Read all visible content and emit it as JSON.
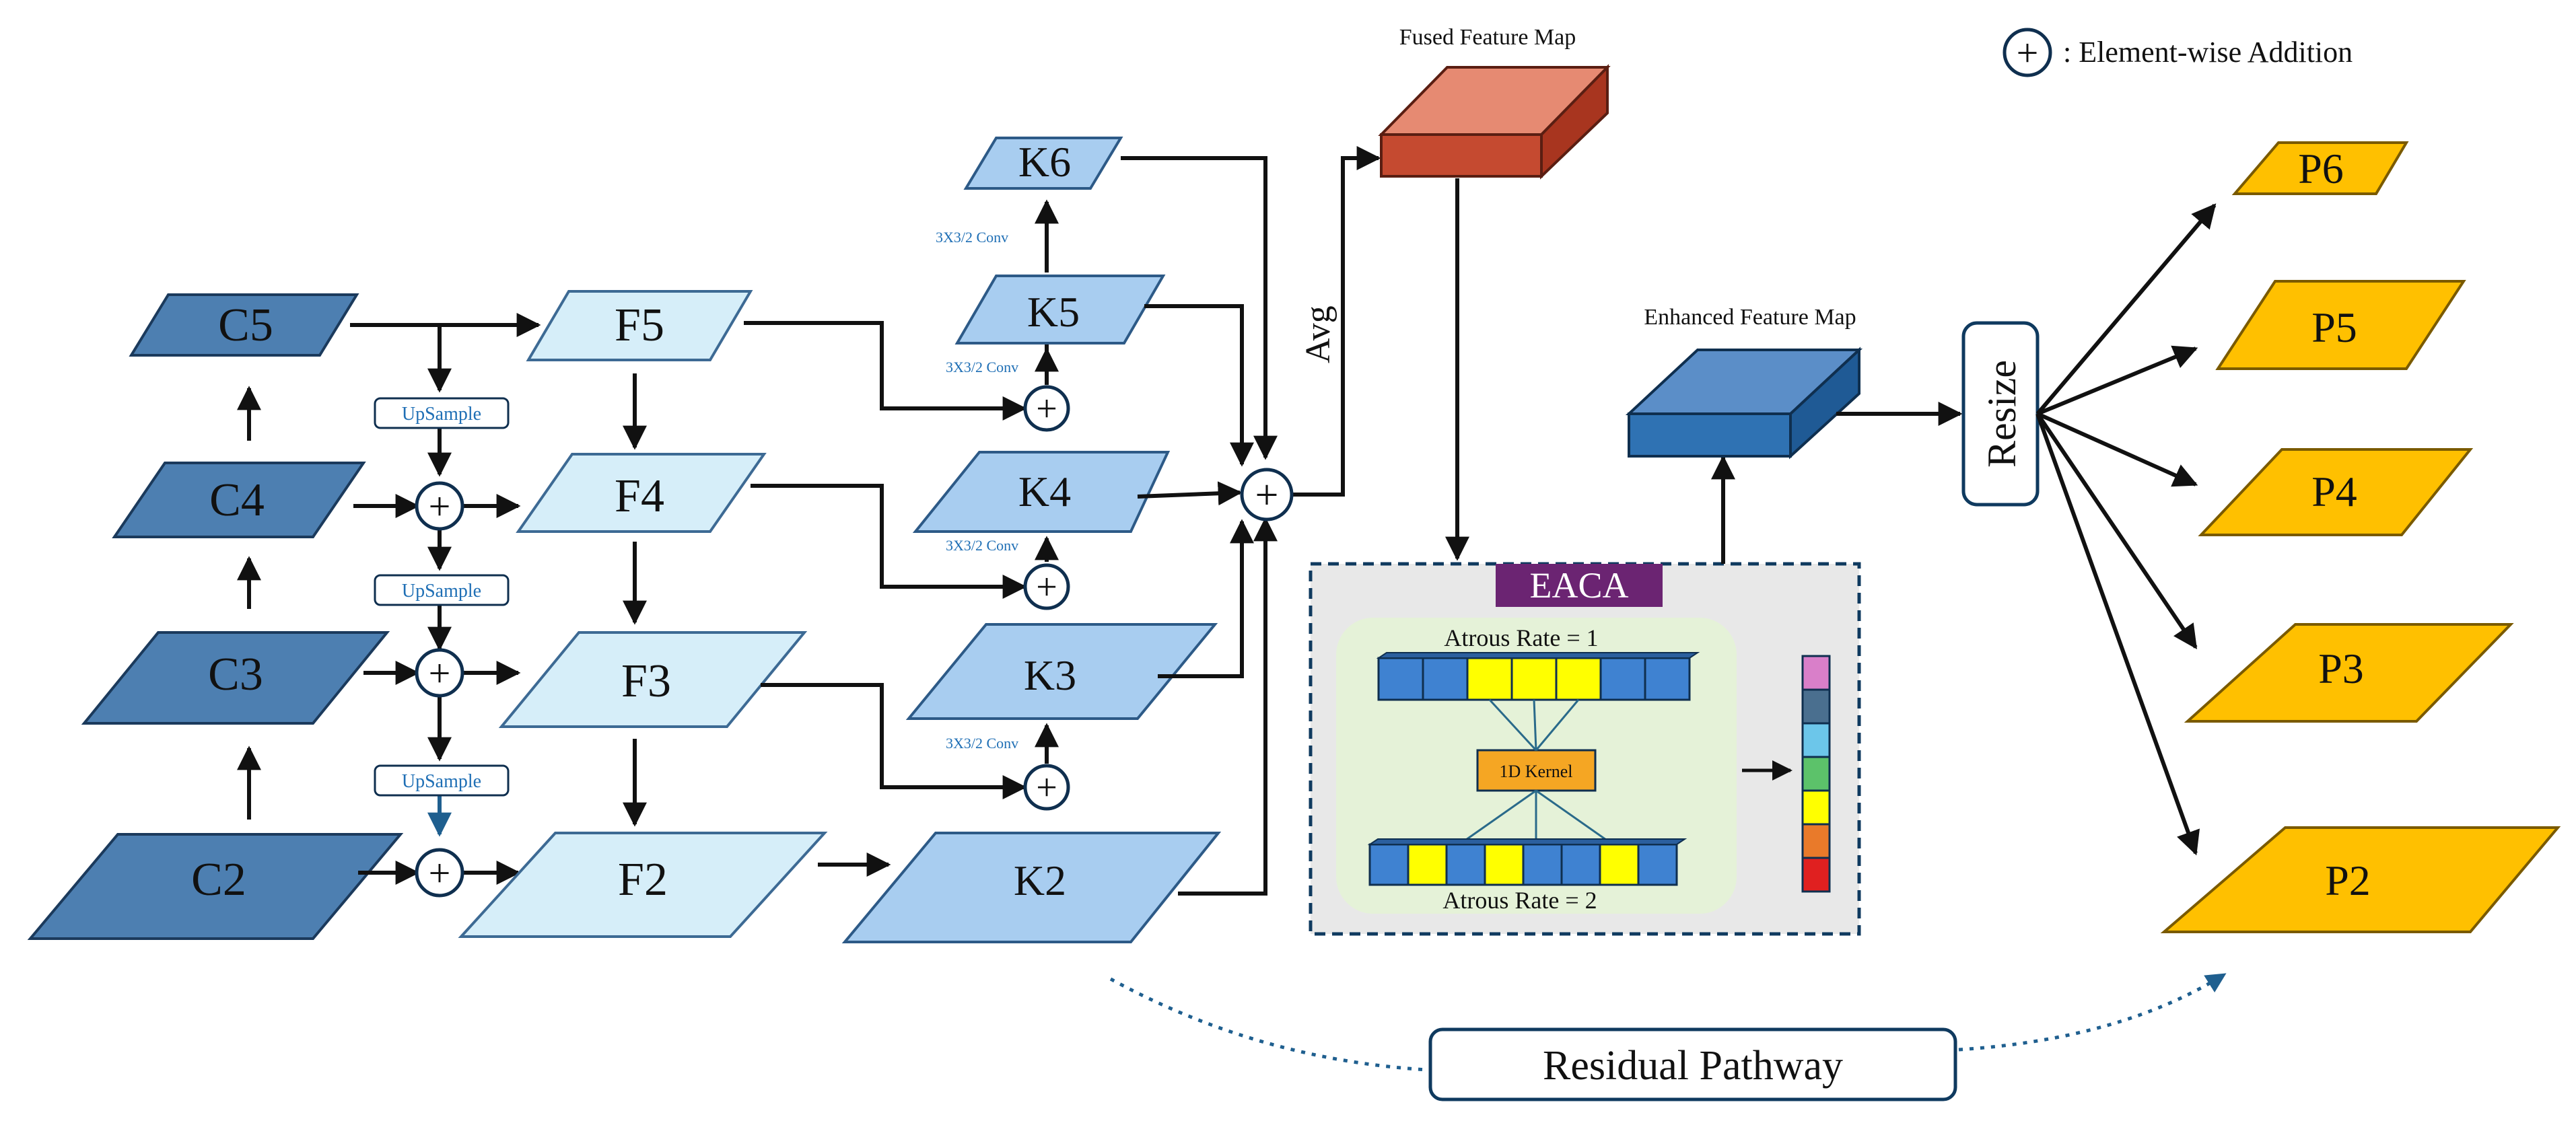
{
  "legend": {
    "symbol": "+",
    "text": ": Element-wise Addition"
  },
  "backbone": [
    "C5",
    "C4",
    "C3",
    "C2"
  ],
  "fpn": [
    "F5",
    "F4",
    "F3",
    "F2"
  ],
  "pyramid": [
    "K6",
    "K5",
    "K4",
    "K3",
    "K2"
  ],
  "outputs": [
    "P6",
    "P5",
    "P4",
    "P3",
    "P2"
  ],
  "upsample_label": "UpSample",
  "conv_label": "3X3/2 Conv",
  "avg_label": "Avg",
  "fused_label": "Fused Feature Map",
  "enhanced_label": "Enhanced Feature Map",
  "resize_label": "Resize",
  "eaca": {
    "title": "EACA",
    "rate1": "Atrous Rate = 1",
    "rate2": "Atrous Rate = 2",
    "kernel": "1D Kernel"
  },
  "residual_label": "Residual Pathway",
  "colors": {
    "c_block": "#4d7fb1",
    "f_block": "#d6eef9",
    "k_block": "#a8cdf0",
    "p_block": "#ffc000",
    "fused": "#e0705a",
    "enhanced": "#2f72b3",
    "eaca_title": "#6b2472",
    "kernel_orange": "#f5a623"
  }
}
